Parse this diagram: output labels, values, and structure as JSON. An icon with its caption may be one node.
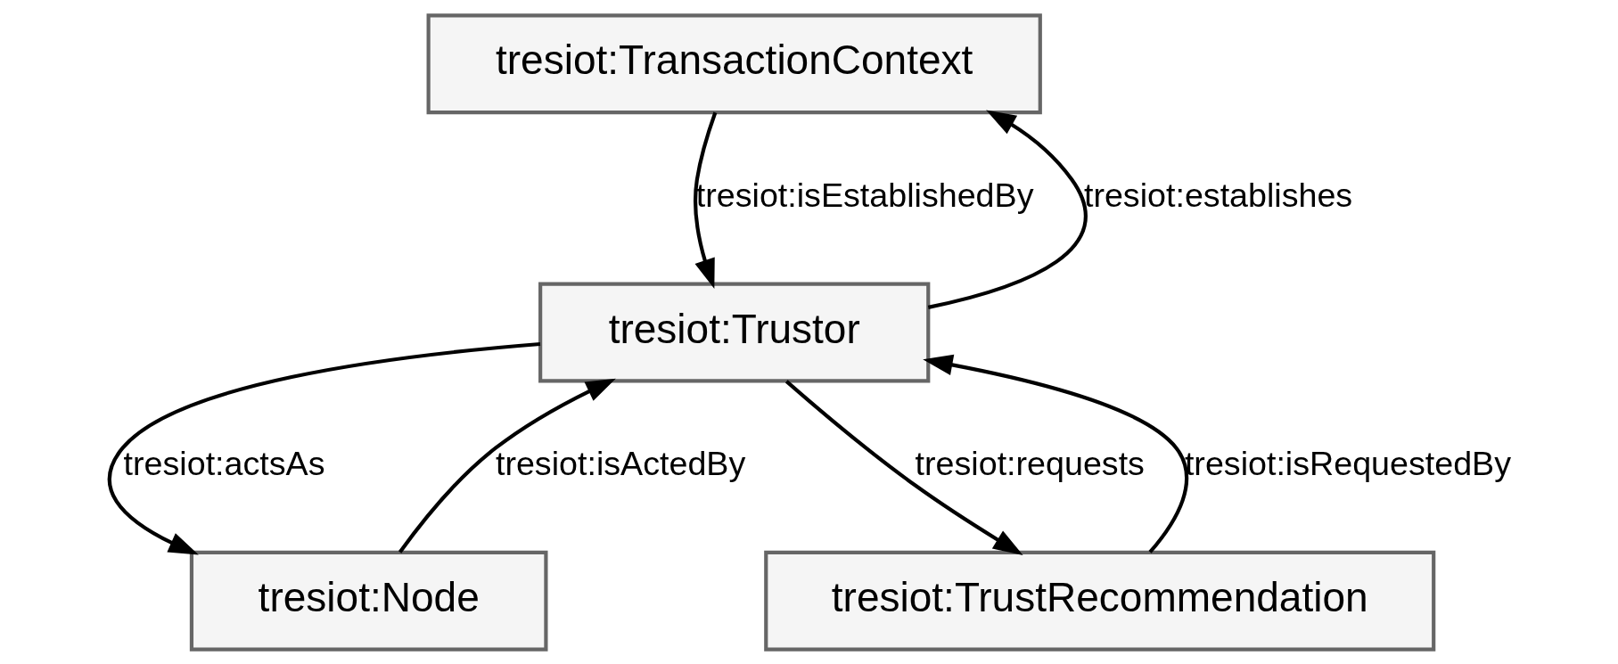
{
  "diagram": {
    "nodes": [
      {
        "text": [
          "tresiot:TransactionContext"
        ]
      },
      {
        "text": [
          "tresiot:Trustor"
        ]
      },
      {
        "text": [
          "tresiot:Node"
        ]
      },
      {
        "text": [
          "tresiot:TrustRecommendation"
        ]
      }
    ],
    "edges": [
      {
        "from": 1,
        "to": 0,
        "arrow": "to",
        "label": "tresiot:establishes"
      },
      {
        "from": 0,
        "to": 1,
        "arrow": "to",
        "label": "tresiot:isEstablishedBy"
      },
      {
        "from": 1,
        "to": 2,
        "arrow": "to",
        "label": "tresiot:actsAs"
      },
      {
        "from": 2,
        "to": 1,
        "arrow": "to",
        "label": "tresiot:isActedBy"
      },
      {
        "from": 1,
        "to": 3,
        "arrow": "to",
        "label": "tresiot:requests"
      },
      {
        "from": 3,
        "to": 1,
        "arrow": "to",
        "label": "tresiot:isRequestedBy"
      }
    ]
  }
}
